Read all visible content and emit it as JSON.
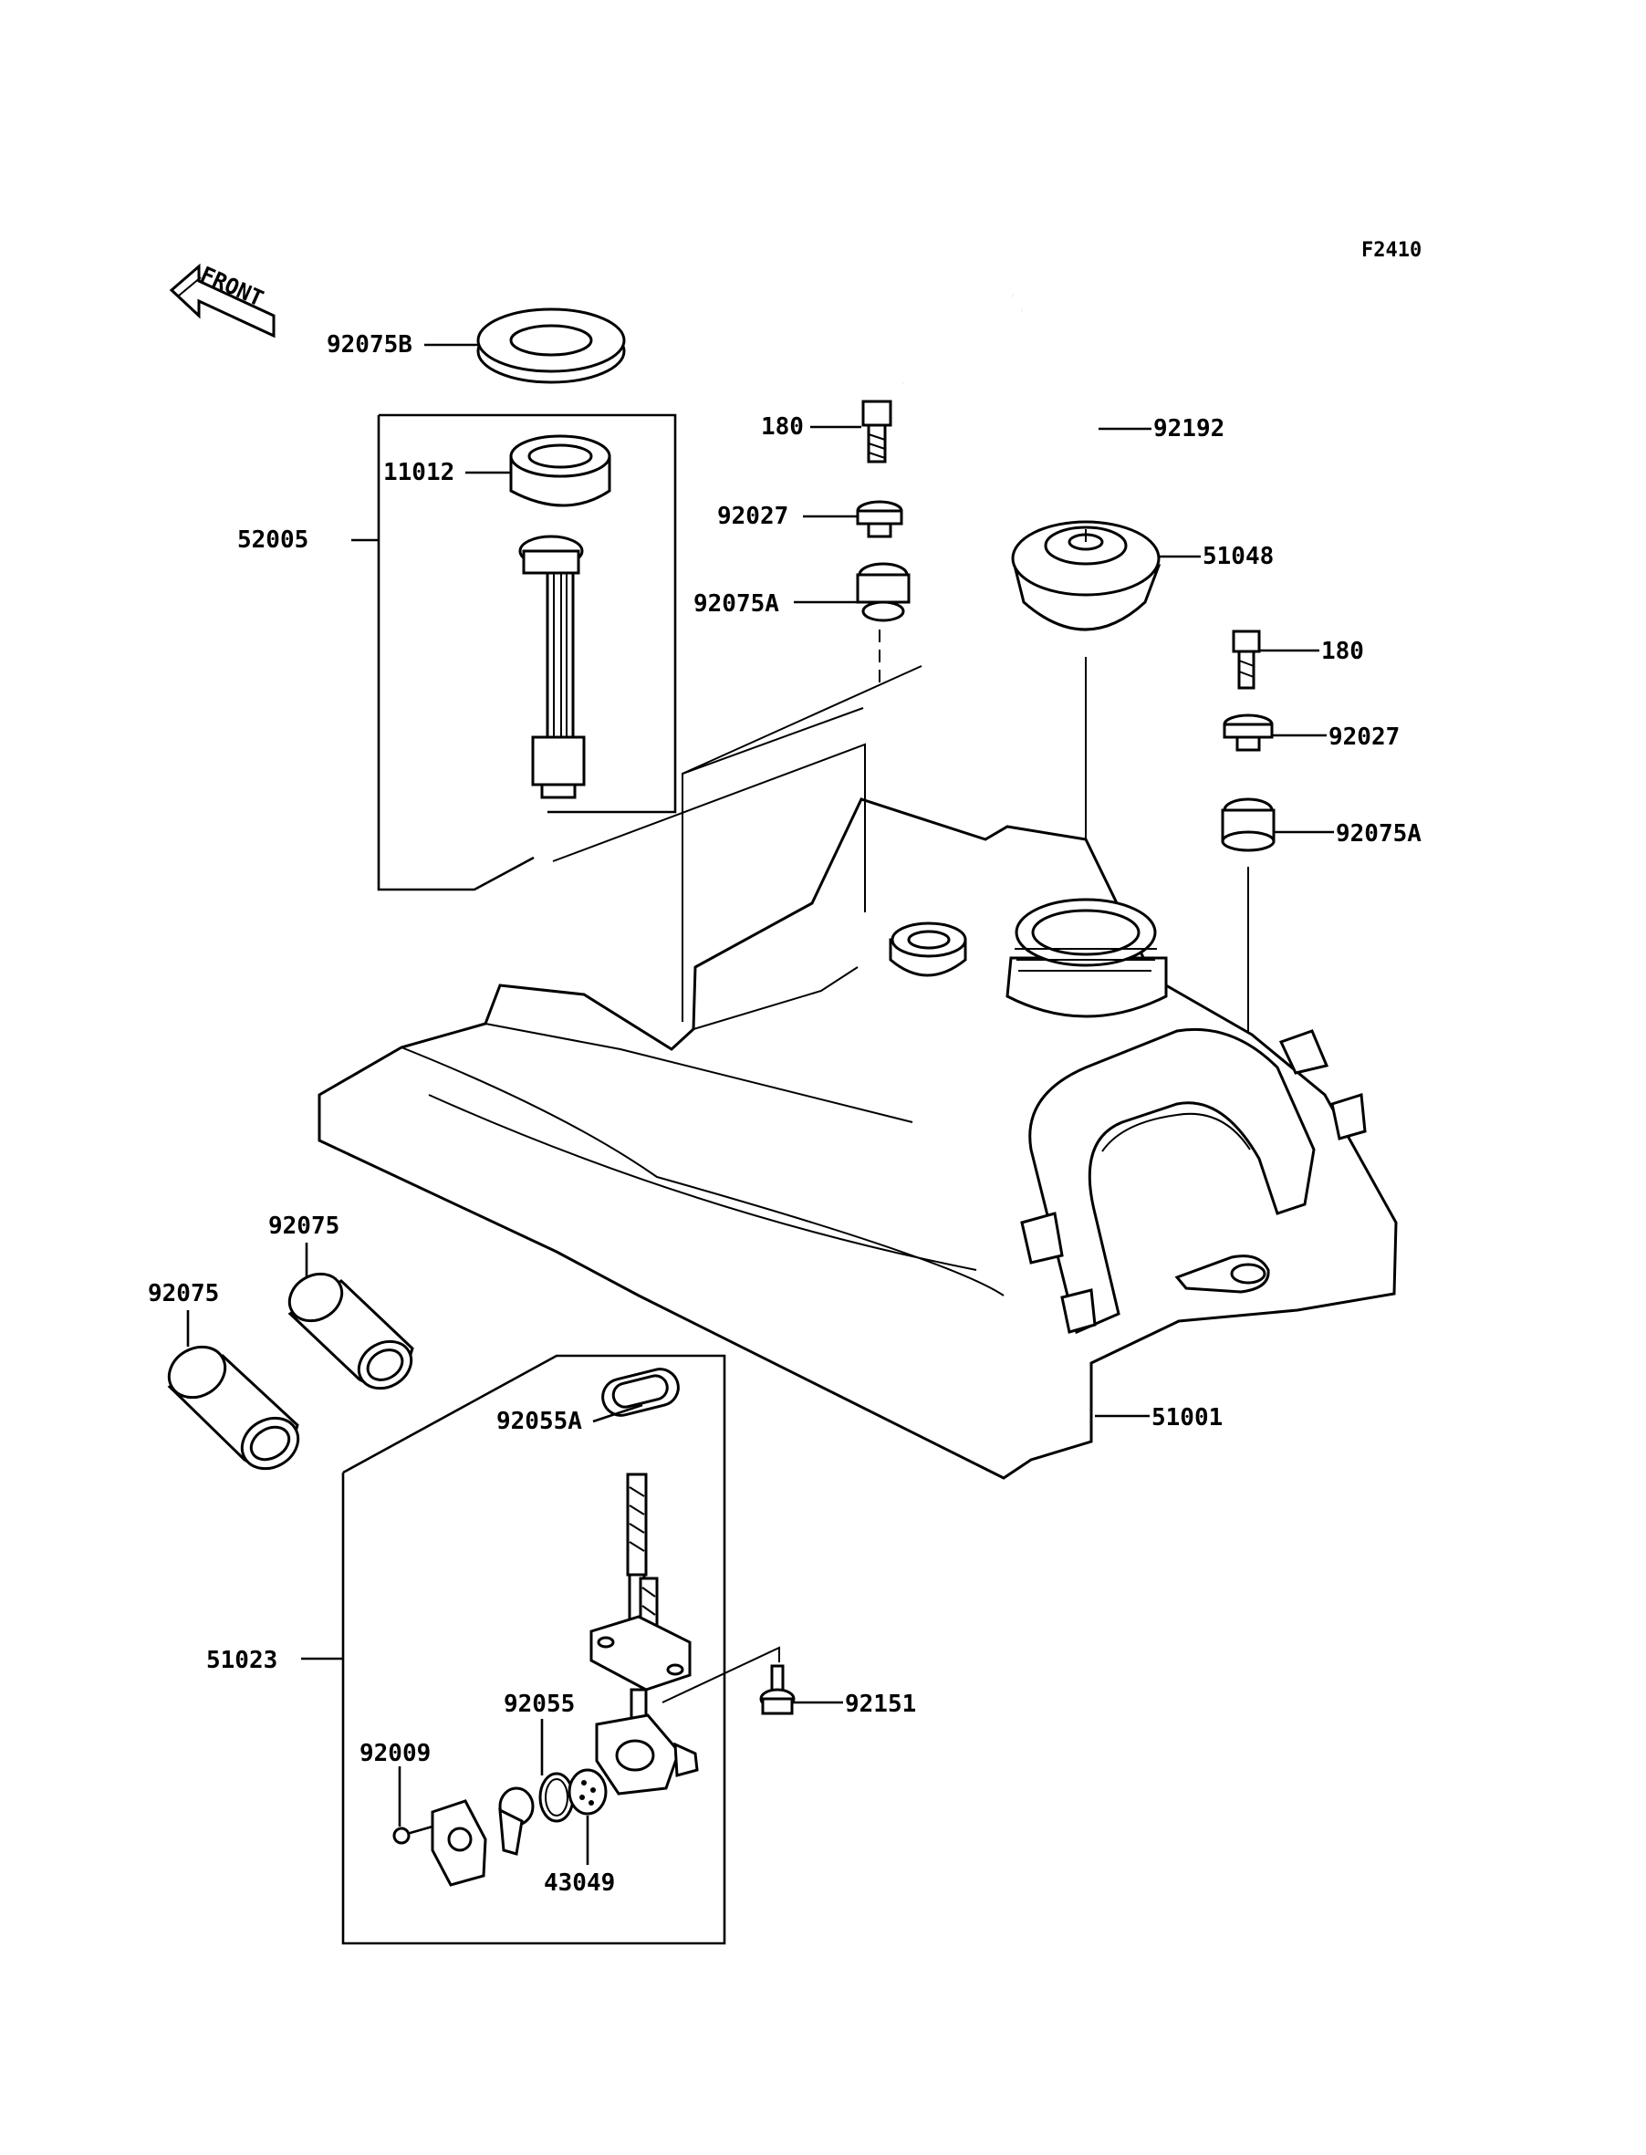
{
  "figure_code": "F2410",
  "front_arrow": {
    "label": "FRONT",
    "icon": "front-arrow-icon"
  },
  "labels": {
    "p92075B": "92075B",
    "p11012": "11012",
    "p52005": "52005",
    "p180_top": "180",
    "p92192": "92192",
    "p92027_top": "92027",
    "p51048": "51048",
    "p92075A_top": "92075A",
    "p180_right": "180",
    "p92027_right": "92027",
    "p92075A_right": "92075A",
    "p92075_upper": "92075",
    "p92075_lower": "92075",
    "p92055A": "92055A",
    "p51001": "51001",
    "p51023": "51023",
    "p92151": "92151",
    "p92055": "92055",
    "p92009": "92009",
    "p43049": "43049"
  }
}
